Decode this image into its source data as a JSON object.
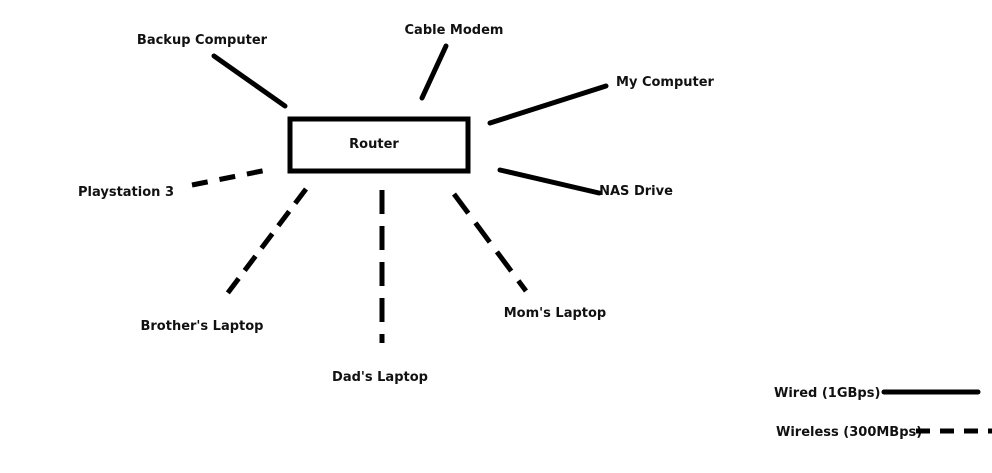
{
  "diagram": {
    "colors": {
      "line": "#000000",
      "text": "#111111",
      "background": "#ffffff"
    },
    "hub": {
      "id": "router",
      "label": "Router"
    },
    "nodes": [
      {
        "id": "backup-computer",
        "label": "Backup Computer",
        "link": "wired"
      },
      {
        "id": "cable-modem",
        "label": "Cable Modem",
        "link": "wired"
      },
      {
        "id": "my-computer",
        "label": "My Computer",
        "link": "wired"
      },
      {
        "id": "nas-drive",
        "label": "NAS Drive",
        "link": "wired"
      },
      {
        "id": "playstation-3",
        "label": "Playstation 3",
        "link": "wireless"
      },
      {
        "id": "brothers-laptop",
        "label": "Brother's Laptop",
        "link": "wireless"
      },
      {
        "id": "dads-laptop",
        "label": "Dad's Laptop",
        "link": "wireless"
      },
      {
        "id": "moms-laptop",
        "label": "Mom's Laptop",
        "link": "wireless"
      }
    ],
    "legend": [
      {
        "type": "wired",
        "label": "Wired (1GBps)"
      },
      {
        "type": "wireless",
        "label": "Wireless (300MBps)"
      }
    ]
  }
}
